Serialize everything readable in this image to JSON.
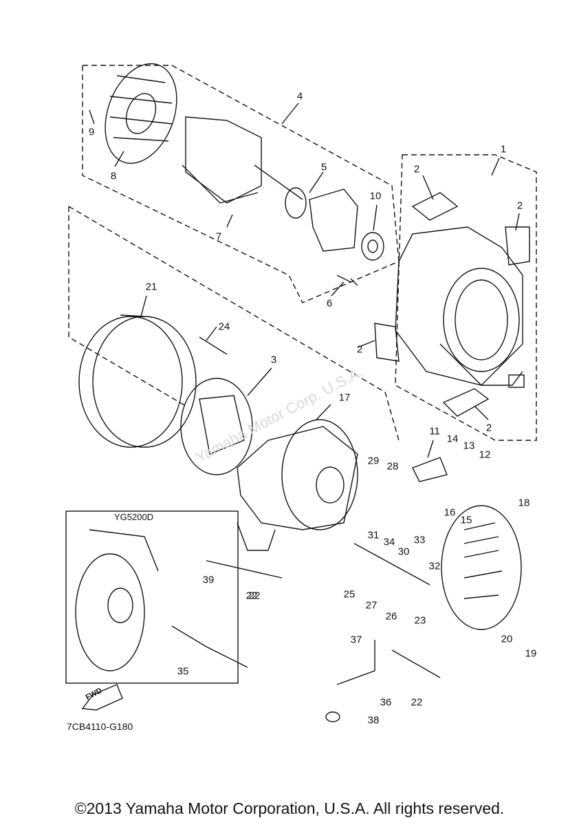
{
  "diagram": {
    "model_box_label": "YG5200D",
    "drawing_code": "7CB4110-G180",
    "fwd_label": "FWD",
    "watermark": "Yamaha Motor Corp. U.S.A.",
    "copyright": "©2013 Yamaha Motor Corporation, U.S.A. All rights reserved.",
    "callouts": [
      "1",
      "2",
      "2",
      "2",
      "2",
      "3",
      "4",
      "5",
      "6",
      "7",
      "8",
      "9",
      "10",
      "11",
      "12",
      "13",
      "14",
      "15",
      "16",
      "17",
      "18",
      "19",
      "20",
      "21",
      "22",
      "22",
      "22",
      "23",
      "24",
      "25",
      "26",
      "27",
      "28",
      "29",
      "30",
      "31",
      "32",
      "33",
      "34",
      "35",
      "36",
      "37",
      "38",
      "39"
    ]
  }
}
